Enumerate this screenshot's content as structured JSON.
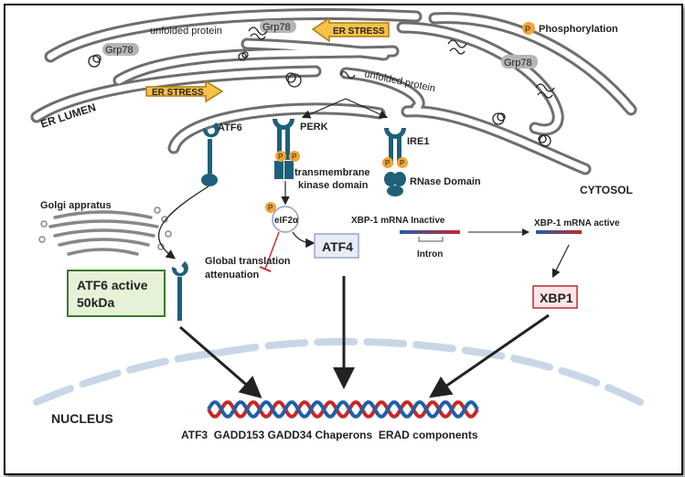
{
  "labels": {
    "er_stress_top": "ER STRESS",
    "er_stress_mid": "ER STRESS",
    "grp78_1": "Grp78",
    "grp78_2": "Grp78",
    "grp78_3": "Grp78",
    "unfolded_protein_top": "unfolded protein",
    "unfolded_protein_mid": "unfolded protein",
    "er_lumen": "ER LUMEN",
    "cytosol": "CYTOSOL",
    "nucleus": "NUCLEUS",
    "phosphorylation": "Phosphorylation",
    "p": "P",
    "atf6": "ATF6",
    "perk": "PERK",
    "ire1": "IRE1",
    "transmembrane_1": "transmembrane",
    "transmembrane_2": "kinase domain",
    "rnase": "RNase Domain",
    "golgi": "Golgi appratus",
    "eif2a": "eIF2α",
    "global_1": "Global translation",
    "global_2": "attenuation",
    "atf4": "ATF4",
    "xbp_inactive": "XBP-1 mRNA Inactive",
    "xbp_active": "XBP-1 mRNA active",
    "intron": "Intron",
    "xbp1": "XBP1",
    "atf6_active_1": "ATF6 active",
    "atf6_active_2": "50kDa",
    "targets": "ATF3  GADD153 GADD34 Chaperons  ERAD components"
  },
  "colors": {
    "membrane": "#6e6e6e",
    "receptor": "#1f5f7a",
    "phospho": "#f2a33a",
    "er_stress_arrow": "#f5c24a",
    "atf6_box": "#3a7a2a",
    "atf4_box": "#9aa6c8",
    "xbp1_box": "#c0504d",
    "dna_red": "#c62828",
    "dna_blue": "#1f5fa8"
  }
}
